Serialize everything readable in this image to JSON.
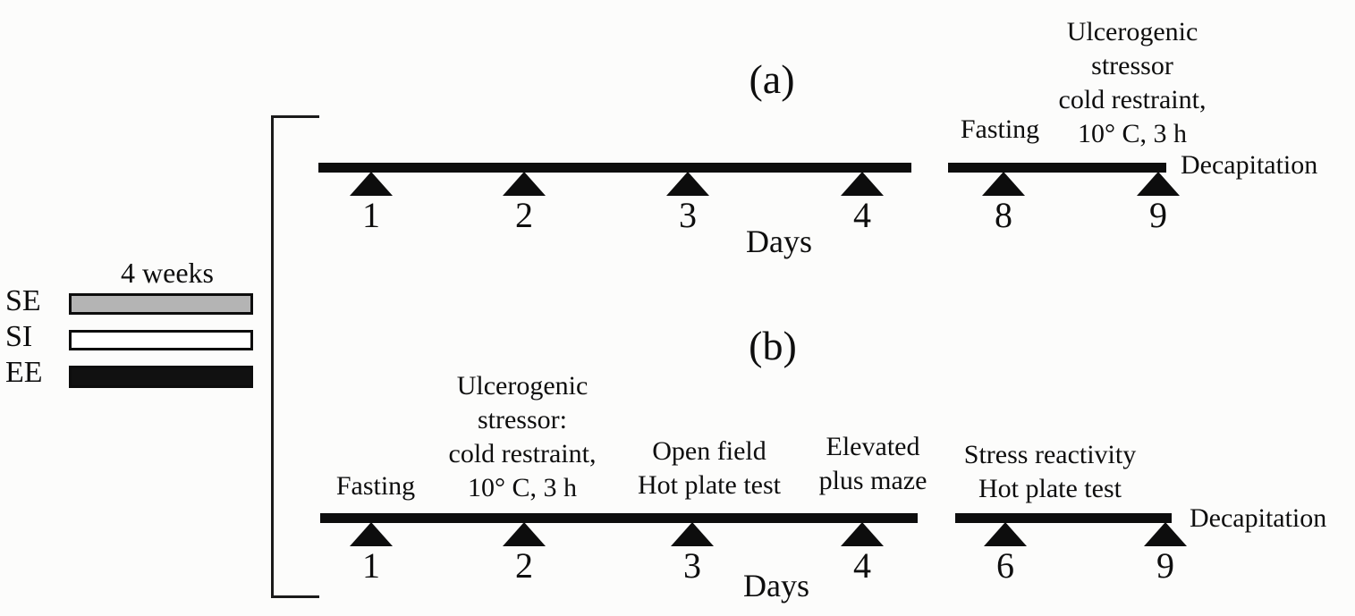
{
  "legend": {
    "duration": "4 weeks",
    "groups": [
      {
        "label": "SE",
        "fill": "#b4b4b4"
      },
      {
        "label": "SI",
        "fill": "#ffffff"
      },
      {
        "label": "EE",
        "fill": "#111111"
      }
    ]
  },
  "panel_a": {
    "label": "(a)",
    "axis_label": "Days",
    "days": [
      "1",
      "2",
      "3",
      "4",
      "8",
      "9"
    ],
    "fasting": "Fasting",
    "stressor_lines": [
      "Ulcerogenic",
      "stressor",
      "cold restraint,",
      "10° C, 3 h"
    ],
    "decapitation": "Decapitation"
  },
  "panel_b": {
    "label": "(b)",
    "axis_label": "Days",
    "days": [
      "1",
      "2",
      "3",
      "4",
      "6",
      "9"
    ],
    "fasting": "Fasting",
    "stressor_lines": [
      "Ulcerogenic",
      "stressor:",
      "cold restraint,",
      "10° C, 3 h"
    ],
    "open_field_lines": [
      "Open field",
      "Hot plate test"
    ],
    "elevated_lines": [
      "Elevated",
      "plus maze"
    ],
    "stress_reactivity_lines": [
      "Stress reactivity",
      "Hot plate test"
    ],
    "decapitation": "Decapitation"
  }
}
